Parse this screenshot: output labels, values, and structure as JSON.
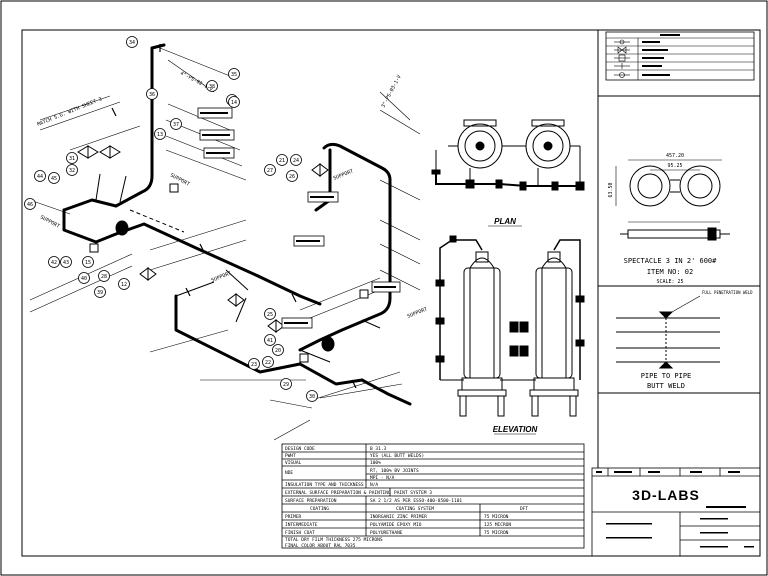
{
  "plan": {
    "label": "PLAN"
  },
  "elevation": {
    "label": "ELEVATION"
  },
  "spectacle": {
    "title": "SPECTACLE 3 IN 2' 600#",
    "item": "ITEM NO: 02",
    "scale": "SCALE: 25",
    "dim_top": "457.20",
    "dim_mid": "95.25",
    "dim_left": "63.50"
  },
  "weld": {
    "title1": "PIPE TO PIPE",
    "title2": "BUTT WELD",
    "note": "FULL PENETRATION WELD"
  },
  "logo": {
    "text": "3D-LABS"
  },
  "spec_table": {
    "rows": [
      [
        "DESIGN CODE",
        "B 31.3"
      ],
      [
        "PWHT",
        "YES (ALL BUTT WELDS)"
      ],
      [
        "VISUAL",
        "100%"
      ],
      [
        "NDE",
        "RT, 100% BV JOINTS"
      ],
      [
        "",
        "MPI - N/A"
      ],
      [
        "INSULATION TYPE AND THICKNESS",
        "N/A"
      ]
    ],
    "paint_header": "EXTERNAL SURFACE PREPARATION & PAINTING",
    "paint_system": "PAINT SYSTEM 3",
    "surface_label": "SURFACE PREPARATION",
    "surface_value": "SA 2 1/2 AS PER ESSO-400-8500-1101",
    "col_coating": "COATING",
    "col_system": "COATING SYSTEM",
    "col_dft": "DFT",
    "coats": [
      [
        "PRIMER",
        "INORGANIC ZINC PRIMER",
        "75 MICRON"
      ],
      [
        "INTERMEDIATE",
        "POLYAMIDE EPOXY MIO",
        "125 MICRON"
      ],
      [
        "FINISH COAT",
        "POLYURETHANE",
        "75 MICRON"
      ]
    ],
    "total": "TOTAL DRY FILM THICKNESS 275 MICRONS",
    "ral": "FINAL COLOR ABOUT RAL 7035"
  },
  "callouts": [
    "34",
    "35",
    "33",
    "38",
    "14",
    "36",
    "37",
    "13",
    "31",
    "32",
    "44",
    "45",
    "46",
    "42",
    "43",
    "15",
    "40",
    "39",
    "12",
    "21",
    "24",
    "26",
    "27",
    "28",
    "25",
    "41",
    "20",
    "23",
    "22",
    "29",
    "30"
  ],
  "lines": [
    "4\"-PS-02-1-V",
    "SUPPORT",
    "SUPPORT",
    "SUPPORT",
    "SUPPORT",
    "SUPPORT",
    "3\"-PS-03-1-V",
    "MATCH S.G. WITH SHEET 3"
  ]
}
